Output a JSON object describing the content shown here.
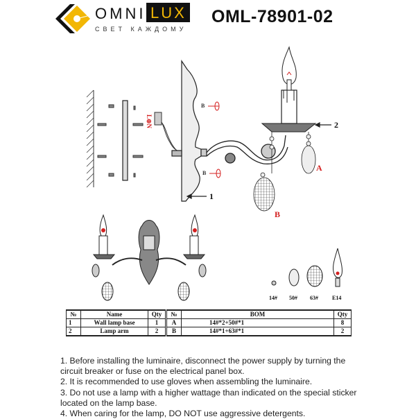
{
  "header": {
    "brand_left": "OMNI",
    "brand_right": "LUX",
    "tagline": "СВЕТ КАЖДОМУ",
    "model": "OML-78901-02",
    "brand_colors": {
      "accent": "#f2b705",
      "dark": "#111111"
    }
  },
  "diagram": {
    "callouts": {
      "part_1": "1",
      "part_2": "2",
      "crystal_a": "A",
      "crystal_b": "B",
      "screw_b_top": "B",
      "screw_b_bottom": "B",
      "wiring_label": "L⊕N"
    },
    "legend": [
      {
        "icon": "bead-icon",
        "label": "14#"
      },
      {
        "icon": "crystal-drop-icon",
        "label": "50#"
      },
      {
        "icon": "oval-crystal-icon",
        "label": "63#"
      },
      {
        "icon": "candle-bulb-icon",
        "label": "E14"
      }
    ],
    "highlight_color": "#d42020"
  },
  "bom_table": {
    "headers": [
      "№",
      "Name",
      "Qty",
      "№",
      "BOM",
      "Qty"
    ],
    "rows": [
      {
        "num": "1",
        "name": "Wall lamp base",
        "qty": "1",
        "code": "A",
        "bom": "14#*2+50#*1",
        "bom_qty": "8"
      },
      {
        "num": "2",
        "name": "Lamp arm",
        "qty": "2",
        "code": "B",
        "bom": "14#*1+63#*1",
        "bom_qty": "2"
      }
    ]
  },
  "notes": [
    "1. Before installing the luminaire, disconnect the power supply by turning the circuit breaker or fuse on the electrical panel box.",
    "2. It is recommended to use gloves when assembling the luminaire.",
    "3. Do not use a lamp with a higher wattage than indicated on the special sticker located on the lamp base.",
    "4. When caring for the lamp, DO NOT use aggressive detergents."
  ]
}
